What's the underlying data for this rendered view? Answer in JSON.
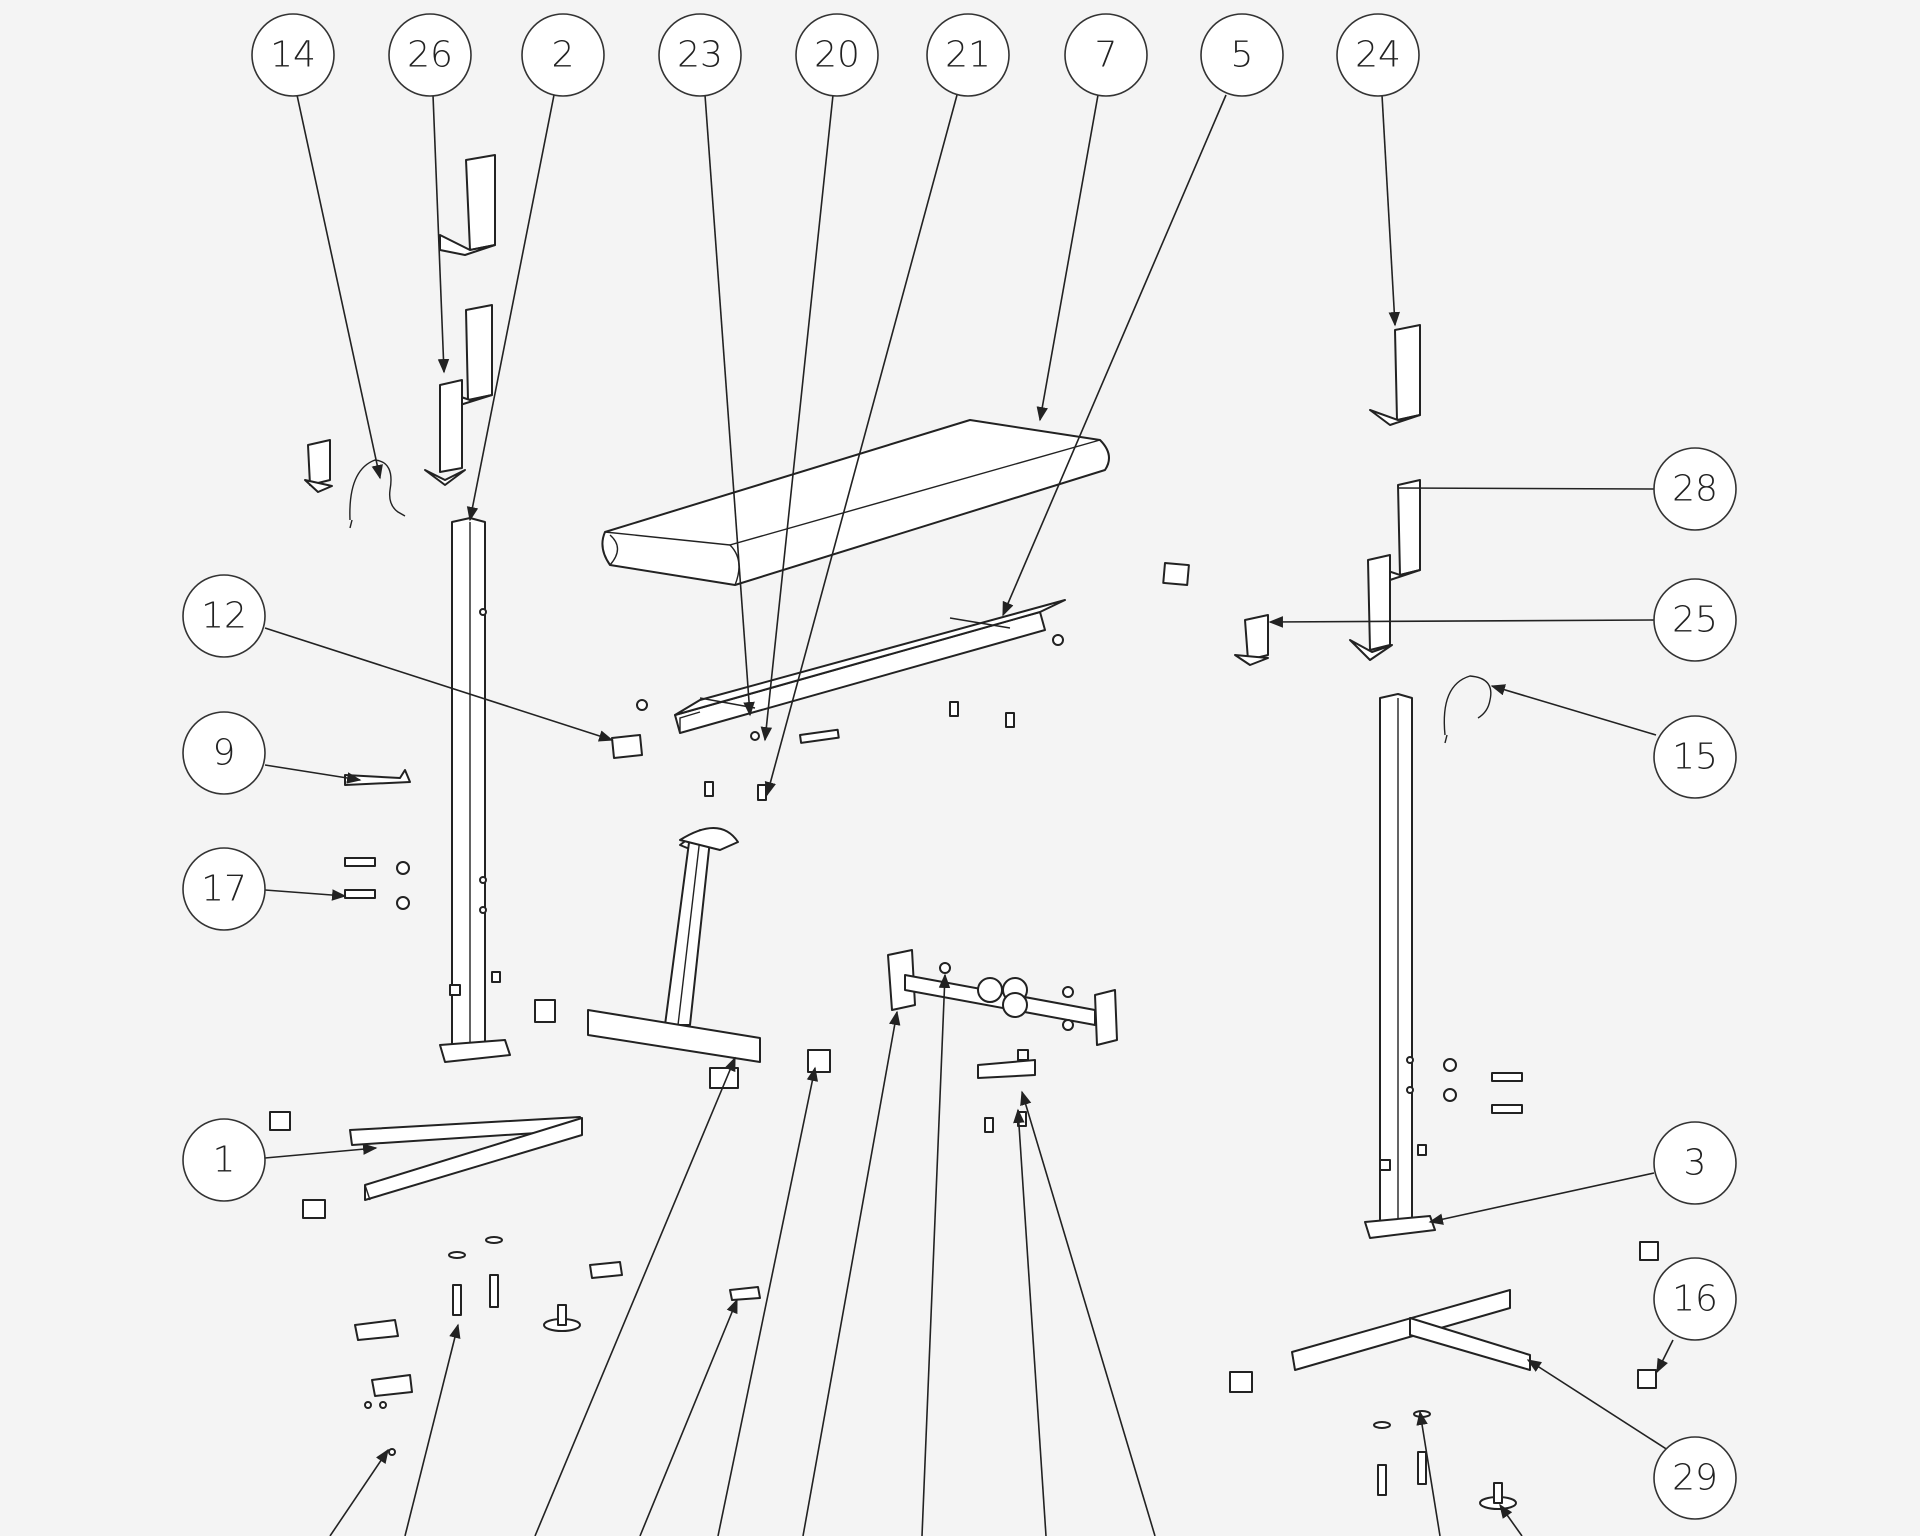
{
  "diagram": {
    "balloons": [
      {
        "id": "b14",
        "label": "14"
      },
      {
        "id": "b26",
        "label": "26"
      },
      {
        "id": "b2",
        "label": "2"
      },
      {
        "id": "b23",
        "label": "23"
      },
      {
        "id": "b20",
        "label": "20"
      },
      {
        "id": "b21",
        "label": "21"
      },
      {
        "id": "b7",
        "label": "7"
      },
      {
        "id": "b5",
        "label": "5"
      },
      {
        "id": "b24",
        "label": "24"
      },
      {
        "id": "b28",
        "label": "28"
      },
      {
        "id": "b25",
        "label": "25"
      },
      {
        "id": "b15",
        "label": "15"
      },
      {
        "id": "b12",
        "label": "12"
      },
      {
        "id": "b9",
        "label": "9"
      },
      {
        "id": "b17",
        "label": "17"
      },
      {
        "id": "b1",
        "label": "1"
      },
      {
        "id": "b3",
        "label": "3"
      },
      {
        "id": "b16",
        "label": "16"
      },
      {
        "id": "b29",
        "label": "29"
      }
    ]
  }
}
